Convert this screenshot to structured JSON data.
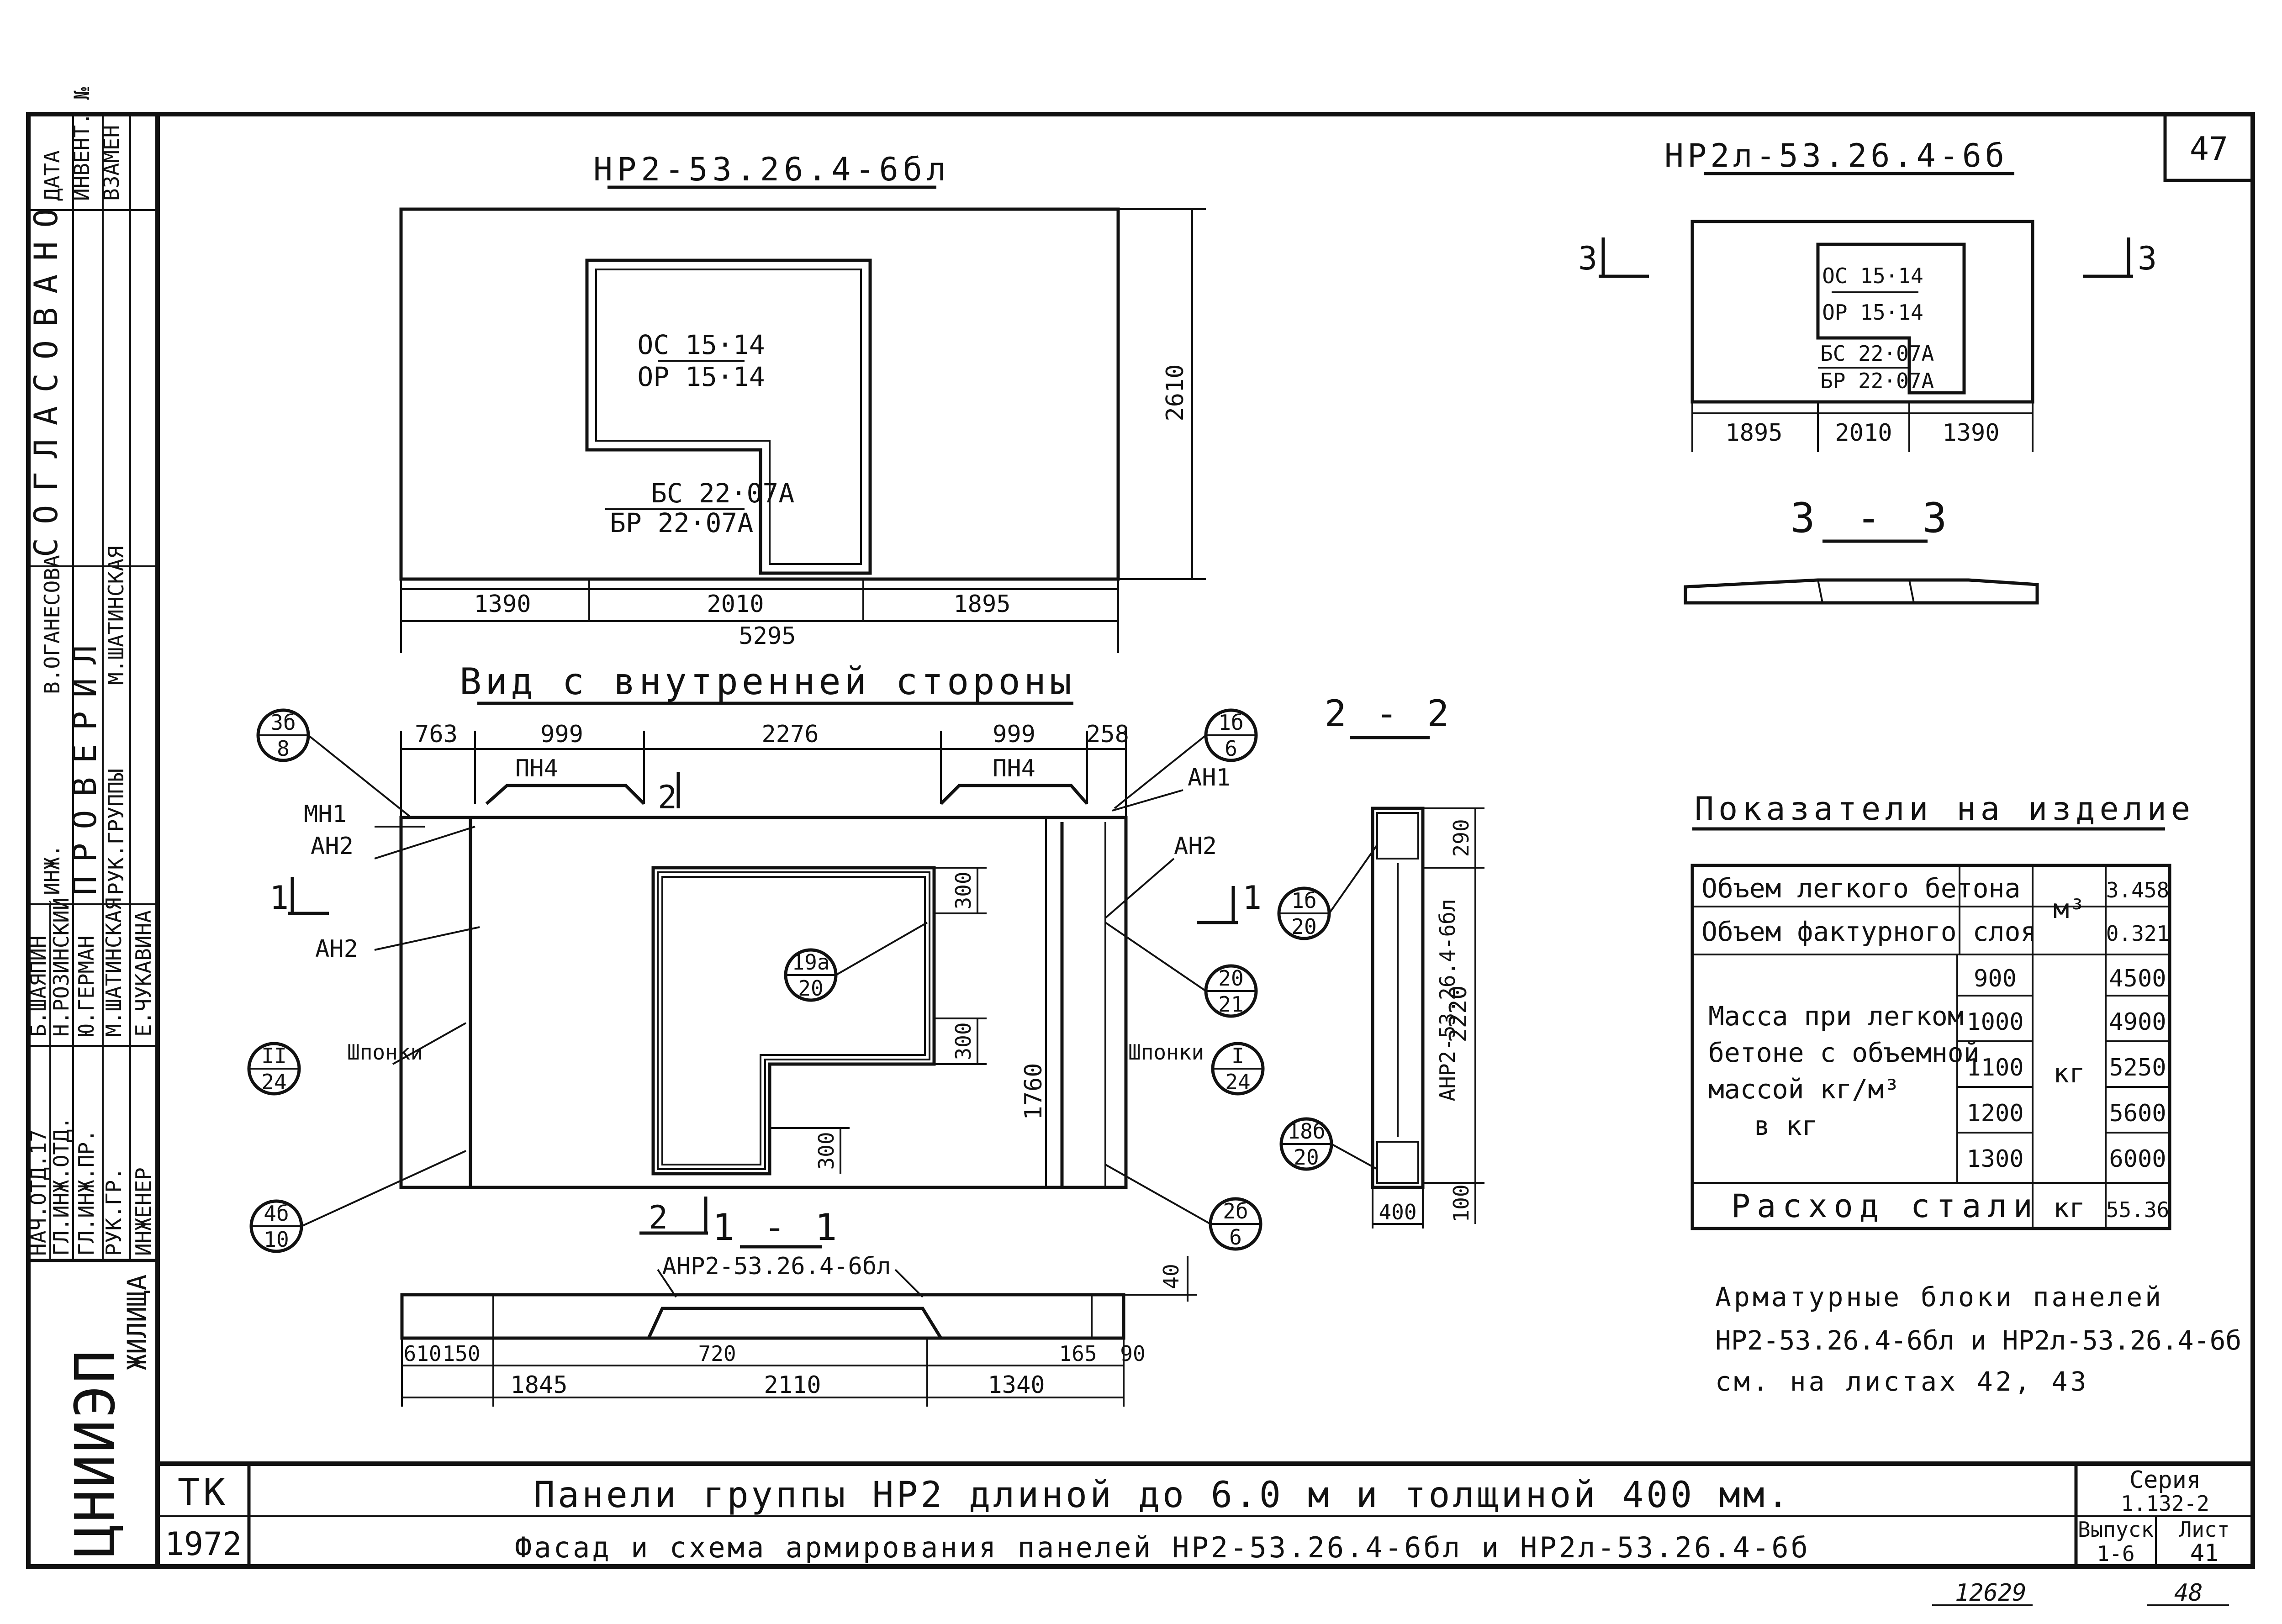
{
  "sheet": {
    "number": "47",
    "page_no": "48",
    "inv_no": "12629"
  },
  "left_stamp": {
    "org": "ЦНИИЭП",
    "org_sub": "ЖИЛИЩА",
    "soglasovano": "СОГЛАСОВАНО",
    "provereno": "ПРОВЕРИЛ",
    "cols": [
      "ДАТА",
      "ИНВЕНТ. №",
      "ВЗАМЕН"
    ],
    "names_upper": [
      "ИНЖ.",
      "В.ОГАНЕСОВА",
      "М.ШАТИНСКАЯ"
    ],
    "roles_upper": [
      "РУК.ГРУППЫ"
    ],
    "roles": [
      "НАЧ.ОТД.17",
      "ГЛ.ИНЖ.ОТД.",
      "ГЛ.ИНЖ.ПР.",
      "РУК.ГР.",
      "ИНЖЕНЕР"
    ],
    "names": [
      "Б.ШАЯПИН",
      "Н.РОЗИНСКИЙ",
      "Ю.ГЕРМАН",
      "М.ШАТИНСКАЯ",
      "Е.ЧУКАВИНА"
    ]
  },
  "plan": {
    "title": "НР2-53.26.4-6бл",
    "top_mark1": "ОС 15·14",
    "top_mark2": "ОР 15·14",
    "low_mark1": "БС 22·07А",
    "low_mark2": "БР 22·07А",
    "dims": [
      "1390",
      "2010",
      "1895",
      "5295",
      "2610"
    ]
  },
  "small_plan": {
    "title": "НР2л-53.26.4-6б",
    "m1": "ОС 15·14",
    "m2": "ОР 15·14",
    "m3": "БС 22·07А",
    "m4": "БР 22·07А",
    "dims": [
      "1895",
      "2010",
      "1390"
    ],
    "cut": "3"
  },
  "section33": {
    "title": "3 - 3"
  },
  "inner": {
    "title": "Вид с внутренней стороны",
    "top_dims": [
      "763",
      "999",
      "2276",
      "999",
      "258"
    ],
    "pn": "ПН4",
    "mn": "МН1",
    "an1": "АН1",
    "an2": "АН2",
    "shponki": "Шпонки",
    "dims_right": [
      "300",
      "300",
      "300",
      "1760"
    ],
    "cut1": "1",
    "cut2": "2",
    "circles": [
      {
        "t": "3б",
        "b": "8"
      },
      {
        "t": "1б",
        "b": "6"
      },
      {
        "t": "II",
        "b": "24"
      },
      {
        "t": "I",
        "b": "24"
      },
      {
        "t": "4б",
        "b": "10"
      },
      {
        "t": "2б",
        "b": "6"
      },
      {
        "t": "19а",
        "b": "20"
      },
      {
        "t": "20",
        "b": "21"
      }
    ]
  },
  "section11": {
    "title": "1 - 1",
    "label": "АНР2-53.26.4-6бл",
    "dims_top": [
      "610",
      "150",
      "720",
      "165",
      "90"
    ],
    "dims_bot": [
      "1845",
      "2110",
      "1340"
    ],
    "dim_h": "40"
  },
  "section22": {
    "title": "2 - 2",
    "label": "АНР2-53.26.4-6бл",
    "dims": [
      "290",
      "2220",
      "100",
      "400"
    ],
    "circles": [
      {
        "t": "1б",
        "b": "20"
      },
      {
        "t": "18б",
        "b": "20"
      }
    ]
  },
  "indicators": {
    "title": "Показатели на изделие",
    "rows": [
      {
        "name": "Объем легкого бетона",
        "unit": "м³",
        "val": "3.458"
      },
      {
        "name": "Объем фактурного слоя",
        "unit": "",
        "val": "0.321"
      }
    ],
    "mass_label": [
      "Масса при легком",
      "бетоне с объемной",
      "массой кг/м³",
      "в кг"
    ],
    "mass_unit": "кг",
    "mass_rows": [
      {
        "density": "900",
        "mass": "4500"
      },
      {
        "density": "1000",
        "mass": "4900"
      },
      {
        "density": "1100",
        "mass": "5250"
      },
      {
        "density": "1200",
        "mass": "5600"
      },
      {
        "density": "1300",
        "mass": "6000"
      }
    ],
    "steel": {
      "name": "Расход стали",
      "unit": "кг",
      "val": "55.36"
    }
  },
  "note": [
    "Арматурные блоки панелей",
    "НР2-53.26.4-6бл и НР2л-53.26.4-6б",
    "см. на листах 42, 43"
  ],
  "title_block": {
    "tk": "ТК",
    "year": "1972",
    "line1": "Панели группы НР2 длиной до 6.0 м и толщиной 400 мм.",
    "line2": "Фасад и схема армирования панелей НР2-53.26.4-6бл и НР2л-53.26.4-6б",
    "seria_label": "Серия",
    "seria": "1.132-2",
    "vyp_label": "Выпуск",
    "vyp": "1-6",
    "list_label": "Лист",
    "list": "41"
  }
}
